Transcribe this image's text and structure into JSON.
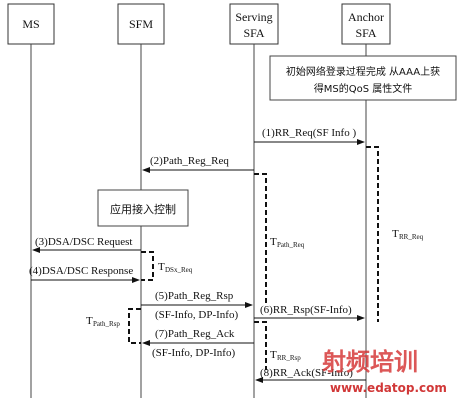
{
  "entities": [
    {
      "id": "ms",
      "label": "MS"
    },
    {
      "id": "sfm",
      "label": "SFM"
    },
    {
      "id": "serving",
      "label_line1": "Serving",
      "label_line2": "SFA"
    },
    {
      "id": "anchor",
      "label_line1": "Anchor",
      "label_line2": "SFA"
    }
  ],
  "notes": {
    "init_line1": "初始网络登录过程完成  从AAA上获",
    "init_line2": "得MS的QoS  属性文件",
    "admission": "应用接入控制"
  },
  "messages": {
    "m1": "(1)RR_Req(SF Info )",
    "m2": "(2)Path_Reg_Req",
    "m3": "(3)DSA/DSC Request",
    "m4": "(4)DSA/DSC Response",
    "m5": "(5)Path_Reg_Rsp",
    "m5_params": "(SF-Info, DP-Info)",
    "m6": "(6)RR_Rsp(SF-Info)",
    "m7": "(7)Path_Reg_Ack",
    "m7_params": "(SF-Info, DP-Info)",
    "m8": "(8)RR_Ack(SF-Info)"
  },
  "timers": {
    "rr_req": {
      "main": "T",
      "sub": "RR_Req"
    },
    "path_req": {
      "main": "T",
      "sub": "Path_Req"
    },
    "dsx_req": {
      "main": "T",
      "sub": "DSx_Req"
    },
    "path_rsp": {
      "main": "T",
      "sub": "Path_Rsp"
    },
    "rr_rsp": {
      "main": "T",
      "sub": "RR_Rsp"
    }
  },
  "watermark": {
    "title": "射频培训",
    "url": "www.edatop.com"
  }
}
